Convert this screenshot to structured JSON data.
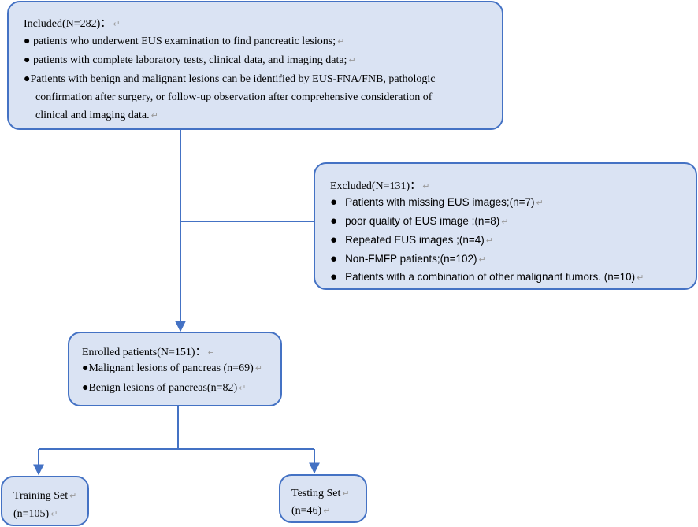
{
  "included": {
    "title": "Included(N=282)：",
    "items": [
      "● patients who underwent EUS examination to find pancreatic lesions;",
      "● patients with complete laboratory tests, clinical data, and imaging data;"
    ],
    "item3_lines": [
      "●Patients with benign and malignant lesions can be identified by EUS-FNA/FNB, pathologic",
      "confirmation after surgery, or follow-up observation after comprehensive consideration of",
      "clinical and imaging data."
    ]
  },
  "excluded": {
    "title": "Excluded(N=131)：",
    "bullet": "●",
    "items": [
      "Patients with missing EUS images;(n=7)",
      "poor quality of EUS image ;(n=8)",
      "Repeated EUS images ;(n=4)",
      "Non-FMFP patients;(n=102)",
      "Patients with a combination of other malignant tumors. (n=10)"
    ]
  },
  "enrolled": {
    "title": "Enrolled patients(N=151)：",
    "items": [
      "●Malignant lesions of pancreas (n=69)",
      "●Benign lesions of pancreas(n=82)"
    ]
  },
  "training": {
    "line1": "Training Set",
    "line2": "(n=105)"
  },
  "testing": {
    "line1": "Testing Set",
    "line2": "(n=46)"
  },
  "return_mark": "↵",
  "colors": {
    "box_fill": "#dae3f3",
    "box_border": "#4472c4",
    "connector": "#4472c4"
  }
}
